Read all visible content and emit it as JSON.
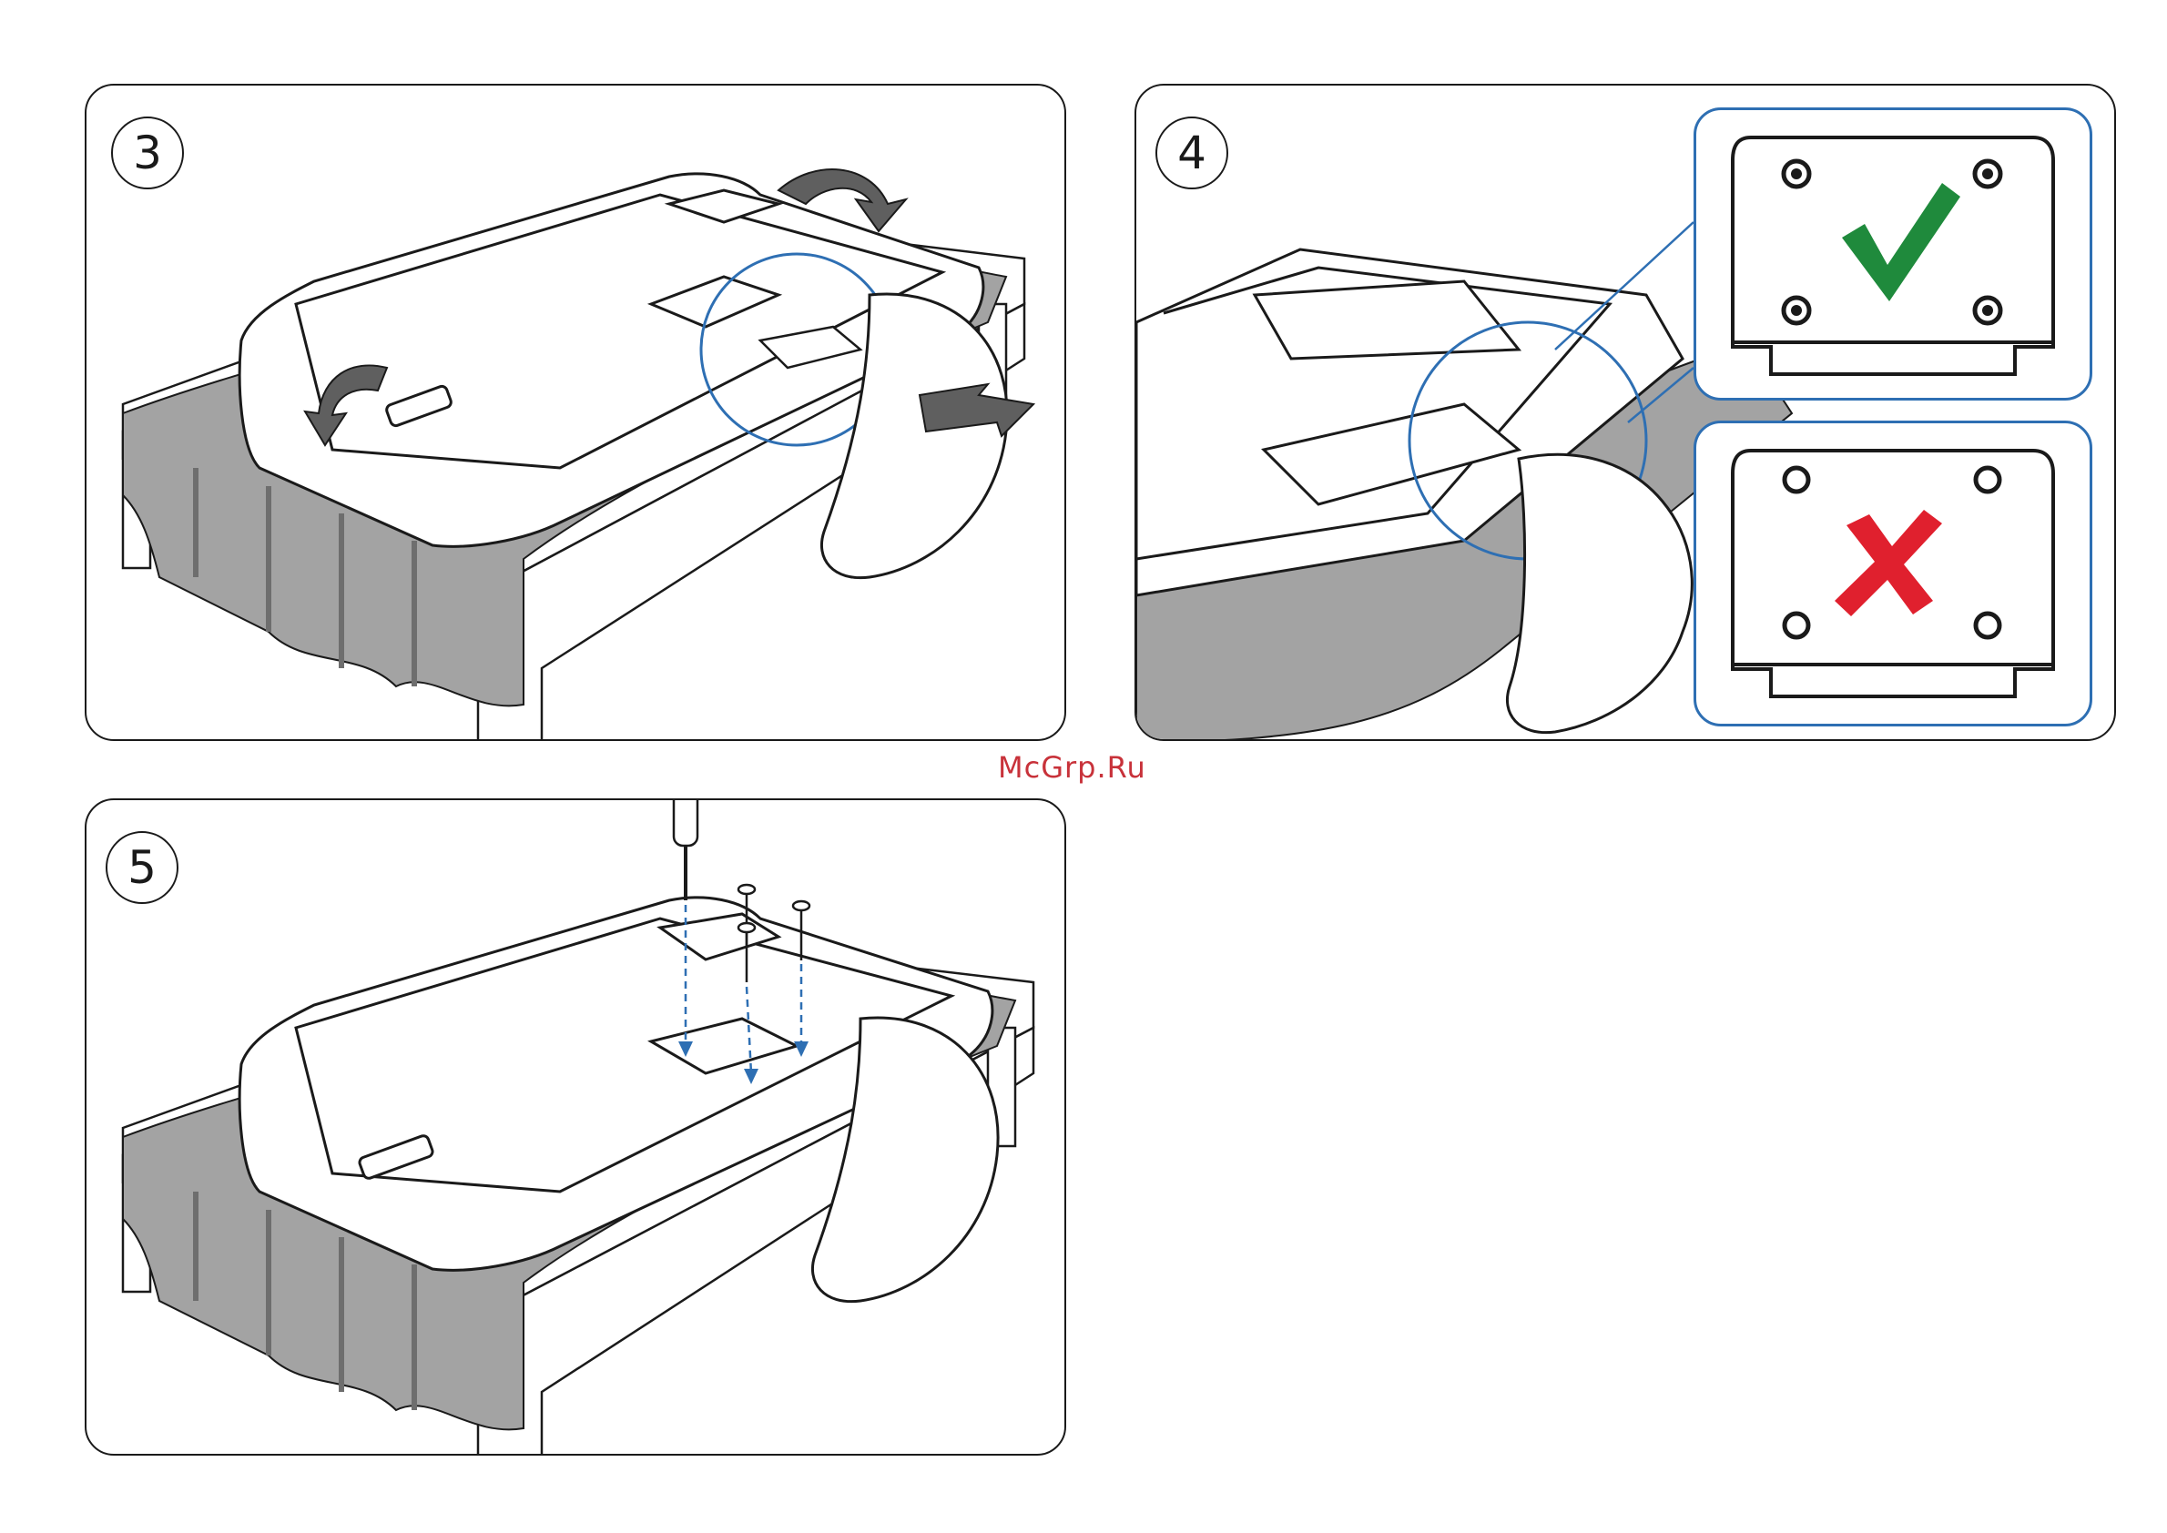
{
  "steps": [
    {
      "number": "3"
    },
    {
      "number": "4"
    },
    {
      "number": "5"
    }
  ],
  "watermark": "McGrp.Ru",
  "colors": {
    "outline": "#1a1a1a",
    "cloth": "#9a9a9a",
    "cloth_dark": "#6e6e6e",
    "arrow_fill": "#5f5f5f",
    "inset_border": "#2e6fb3",
    "check": "#1f8a3c",
    "cross": "#e0202e",
    "guide_line": "#2e6fb3"
  },
  "insets": {
    "correct": {
      "icon": "green-check-icon"
    },
    "incorrect": {
      "icon": "red-cross-icon"
    }
  }
}
